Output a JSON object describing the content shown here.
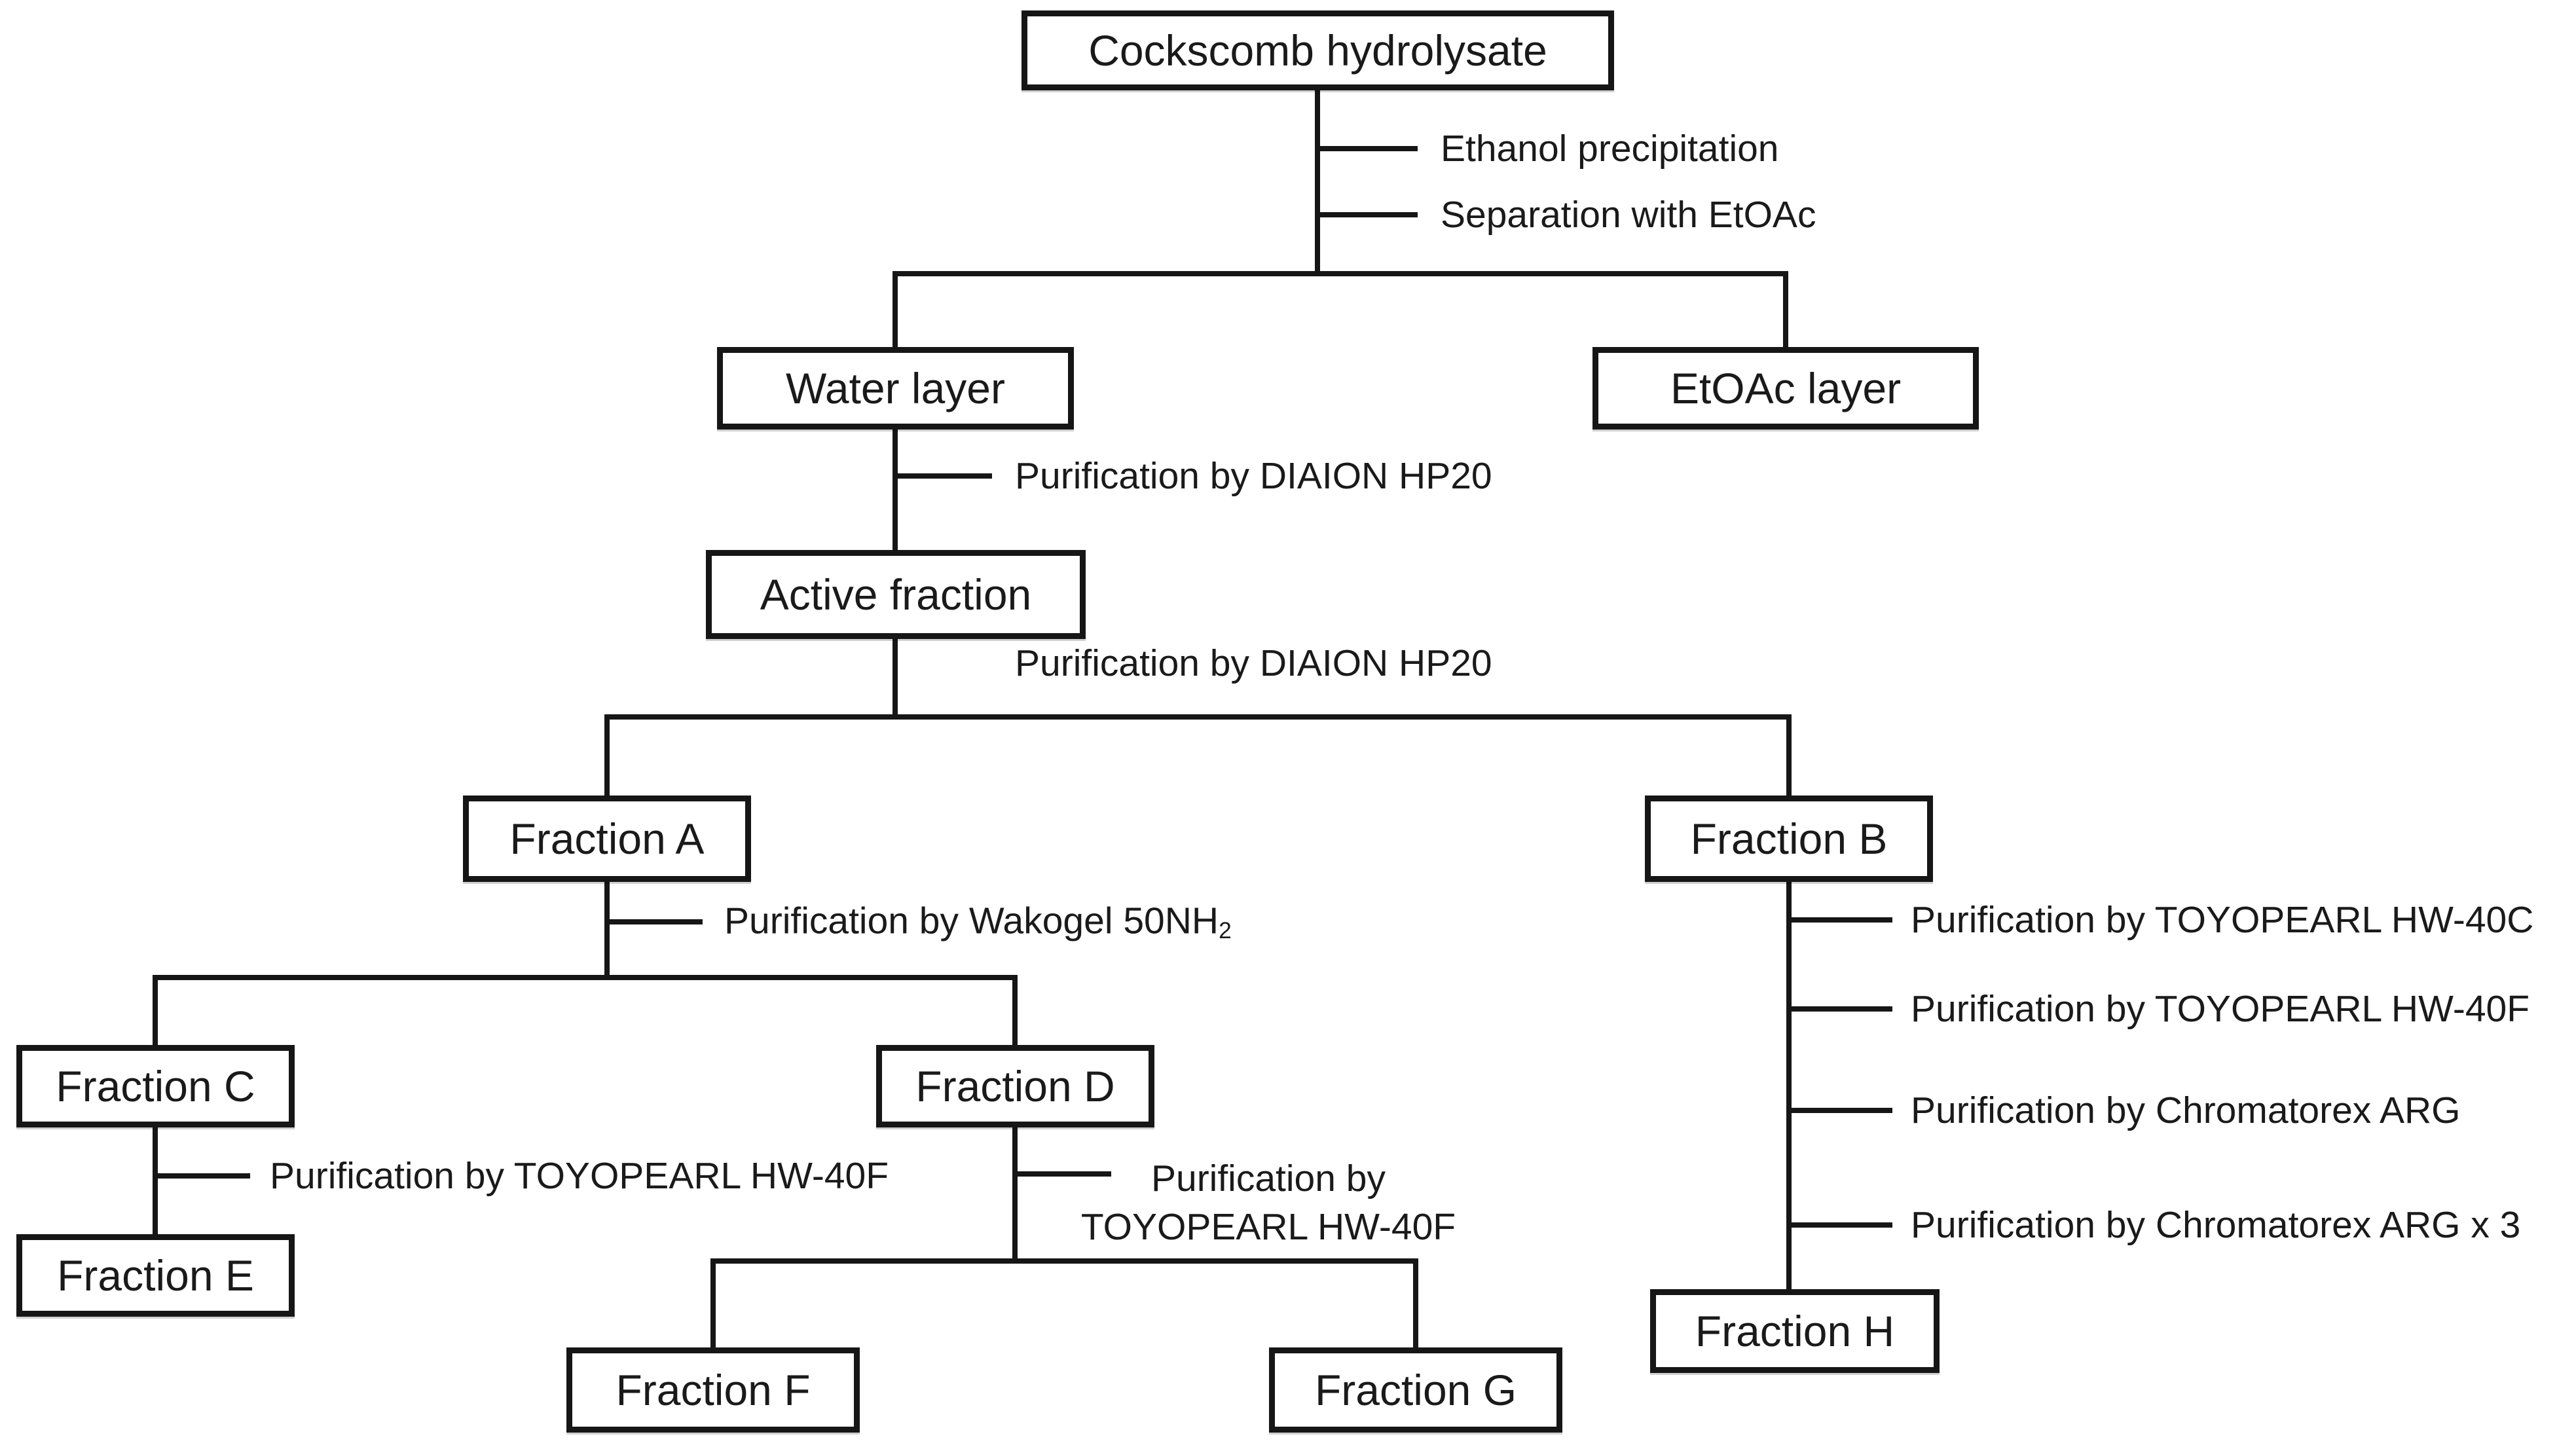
{
  "colors": {
    "line": "#161616",
    "text": "#1a1a1a",
    "box_background": "#ffffff",
    "page_background": "#ffffff"
  },
  "nodes": {
    "root": "Cockscomb hydrolysate",
    "water_layer": "Water layer",
    "etoac_layer": "EtOAc layer",
    "active_fraction": "Active fraction",
    "fraction_a": "Fraction A",
    "fraction_b": "Fraction B",
    "fraction_c": "Fraction C",
    "fraction_d": "Fraction D",
    "fraction_e": "Fraction E",
    "fraction_f": "Fraction F",
    "fraction_g": "Fraction G",
    "fraction_h": "Fraction H"
  },
  "steps": {
    "ethanol_precipitation": "Ethanol precipitation",
    "separation_etoac": "Separation with EtOAc",
    "diaion_hp20_1": "Purification by DIAION HP20",
    "diaion_hp20_2": "Purification by DIAION HP20",
    "wakogel_base": "Purification by Wakogel 50NH",
    "wakogel_subscript": "2",
    "toyopearl_hw40f_c": "Purification by TOYOPEARL HW-40F",
    "toyopearl_hw40f_d_line1": "Purification by",
    "toyopearl_hw40f_d_line2": "TOYOPEARL HW-40F",
    "toyopearl_hw40c_b": "Purification by TOYOPEARL HW-40C",
    "toyopearl_hw40f_b": "Purification by TOYOPEARL HW-40F",
    "chromatorex_arg_b": "Purification by Chromatorex ARG",
    "chromatorex_arg_x3_b": "Purification by Chromatorex ARG x 3"
  }
}
